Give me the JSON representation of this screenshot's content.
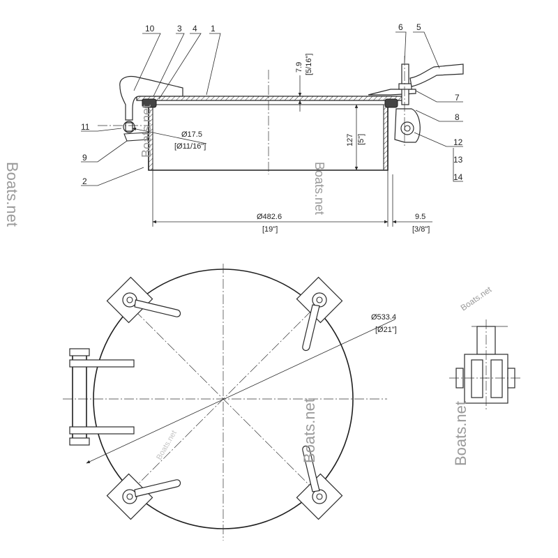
{
  "part_numbers": [
    "10",
    "3",
    "4",
    "1",
    "6",
    "5",
    "7",
    "8",
    "12",
    "13",
    "14",
    "11",
    "9",
    "2"
  ],
  "dimensions": {
    "plate_thickness": "7.9",
    "plate_thickness_in": "[5/16\"]",
    "hole_dia": "Ø17.5",
    "hole_dia_in": "[Ø11/16\"]",
    "collar_height": "127",
    "collar_height_in": "[5\"]",
    "collar_dia": "Ø482.6",
    "collar_dia_in": "[19\"]",
    "wall_thickness": "9.5",
    "wall_thickness_in": "[3/8\"]",
    "cover_dia": "Ø533.4",
    "cover_dia_in": "[Ø21\"]"
  },
  "watermarks": {
    "brand": "Boats.net"
  },
  "colors": {
    "line": "#2a2a2a",
    "watermark": "#9a9a9a",
    "gasket": "#444444"
  }
}
